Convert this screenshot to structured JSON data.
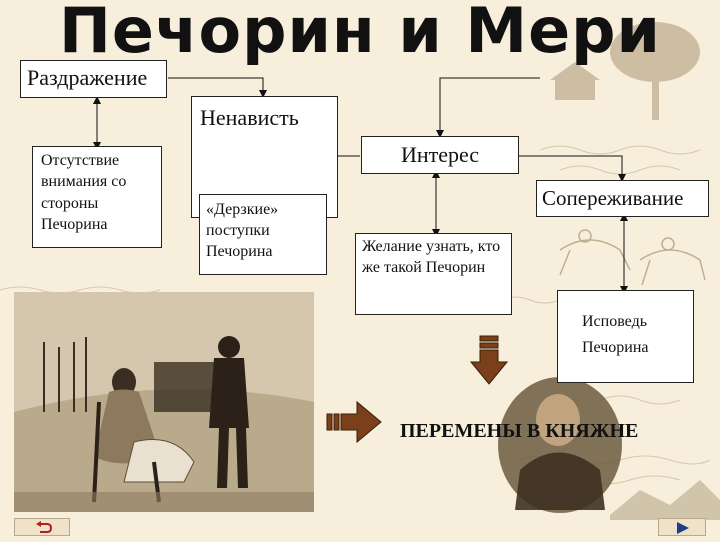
{
  "title": "Печорин и Мери",
  "nodes": {
    "irritation": "Раздражение",
    "hatred": "Ненависть",
    "interest": "Интерес",
    "empathy": "Сопереживание",
    "inattention": "Отсутствие внимания со стороны Печорина",
    "bold_acts": "«Дерзкие» поступки Печорина",
    "curiosity": "Желание  узнать, кто же такой Печорин",
    "confession": "Исповедь Печорина"
  },
  "result": "ПЕРЕМЕНЫ В КНЯЖНЕ",
  "colors": {
    "arrow": "#7b3f1a",
    "arrow_border": "#3a1d08",
    "background": "#f7efdc"
  },
  "icons": {
    "back": "return-arrow-icon",
    "forward": "play-triangle-icon"
  }
}
